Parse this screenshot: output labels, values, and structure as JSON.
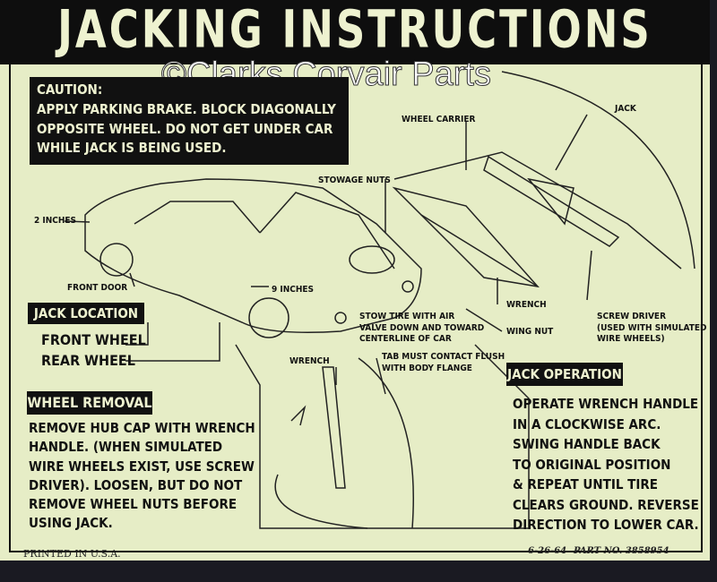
{
  "title": "JACKING INSTRUCTIONS",
  "watermark": "©Clarks Corvair Parts",
  "caution": {
    "heading": "CAUTION:",
    "lines": [
      "APPLY PARKING BRAKE. BLOCK DIAGONALLY",
      "OPPOSITE WHEEL.  DO NOT GET UNDER CAR",
      "WHILE JACK IS BEING USED."
    ]
  },
  "labels": {
    "wheel_carrier": "WHEEL CARRIER",
    "jack": "JACK",
    "stowage_nuts": "STOWAGE NUTS",
    "two_inches": "2 INCHES",
    "nine_inches": "9 INCHES",
    "front_door": "FRONT DOOR",
    "stow_tire": "STOW TIRE WITH AIR\nVALVE DOWN AND TOWARD\nCENTERLINE OF CAR",
    "wrench": "WRENCH",
    "wing_nut": "WING NUT",
    "screw_driver": "SCREW DRIVER\n(USED WITH SIMULATED\nWIRE WHEELS)",
    "wrench2": "WRENCH",
    "tab": "TAB MUST CONTACT FLUSH\nWITH BODY FLANGE"
  },
  "jack_location": {
    "heading": "JACK LOCATION",
    "items": [
      "FRONT WHEEL",
      "REAR WHEEL"
    ]
  },
  "wheel_removal": {
    "heading": "WHEEL REMOVAL",
    "lines": [
      "REMOVE HUB CAP WITH WRENCH",
      "HANDLE. (WHEN SIMULATED",
      "WIRE WHEELS EXIST, USE SCREW",
      "DRIVER). LOOSEN, BUT DO NOT",
      "REMOVE WHEEL NUTS BEFORE",
      "USING JACK."
    ]
  },
  "jack_operation": {
    "heading": "JACK OPERATION",
    "lines": [
      "OPERATE WRENCH HANDLE",
      "IN A CLOCKWISE ARC.",
      "SWING HANDLE BACK",
      "TO ORIGINAL POSITION",
      "& REPEAT UNTIL TIRE",
      "CLEARS GROUND. REVERSE",
      "DIRECTION TO LOWER CAR."
    ]
  },
  "footer": {
    "printed": "PRINTED IN U.S.A.",
    "date": "6-26-64",
    "part": "PART NO. 3858954"
  }
}
